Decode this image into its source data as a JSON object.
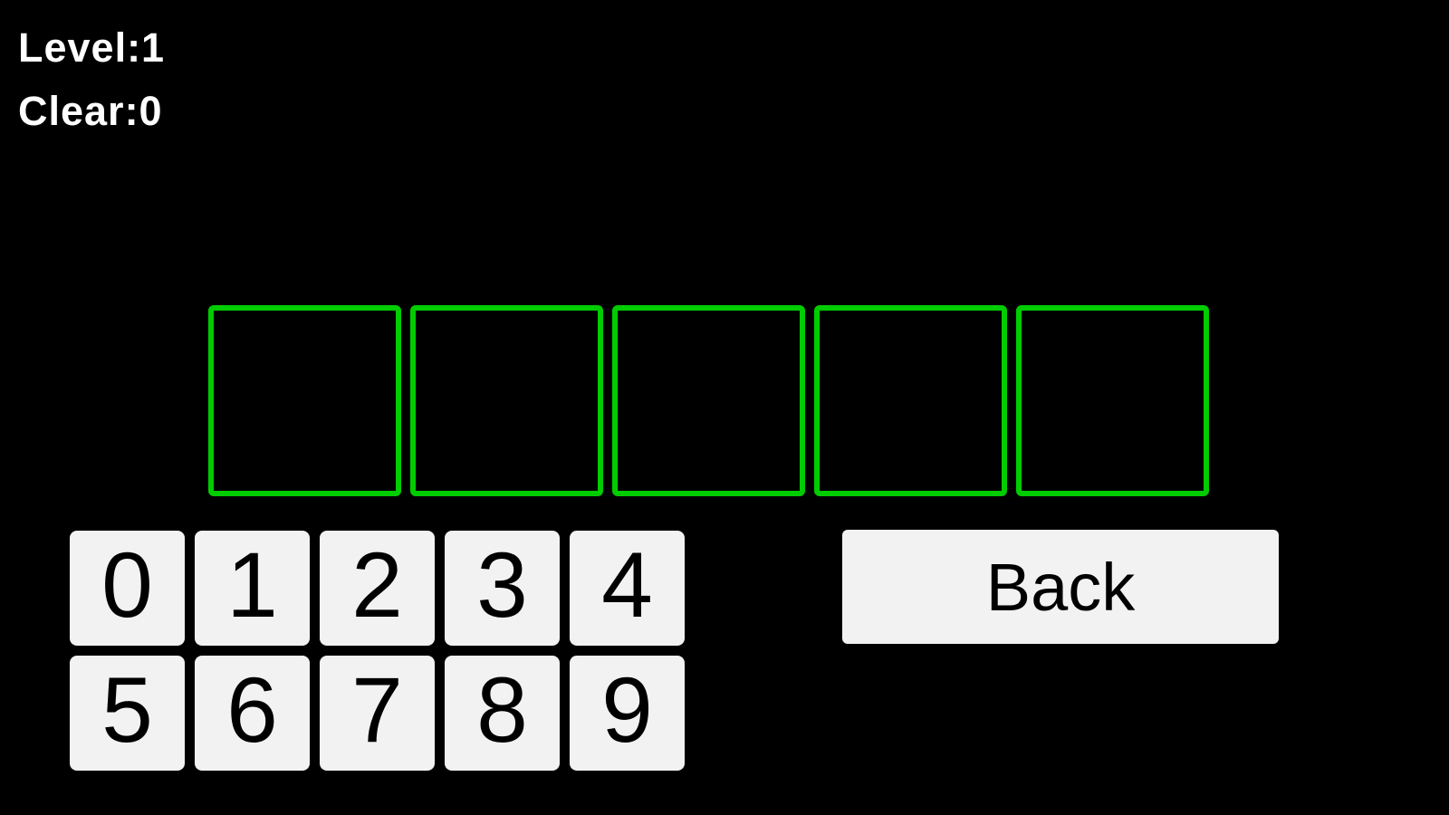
{
  "hud": {
    "level": "Level:1",
    "clear": "Clear:0"
  },
  "board": {
    "slots": [
      "",
      "",
      "",
      "",
      ""
    ]
  },
  "keypad": {
    "keys": [
      "0",
      "1",
      "2",
      "3",
      "4",
      "5",
      "6",
      "7",
      "8",
      "9"
    ]
  },
  "buttons": {
    "back": "Back"
  },
  "colors": {
    "background": "#000000",
    "slot_border": "#00CC00",
    "key_background": "#F2F2F2",
    "key_text": "#000000",
    "hud_text": "#FFFFFF"
  }
}
